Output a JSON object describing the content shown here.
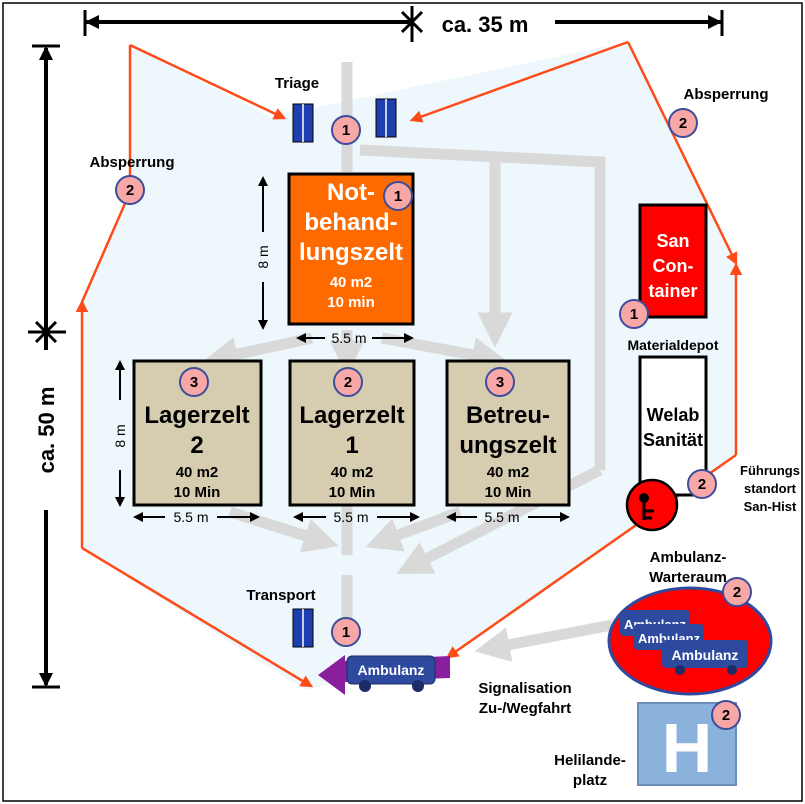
{
  "dimensions": {
    "width_label": "ca. 35 m",
    "height_label": "ca. 50 m",
    "tent_height": "8 m",
    "tent_width": "5.5 m"
  },
  "zones": {
    "triage": "Triage",
    "transport": "Transport",
    "absperrung_left": "Absperrung",
    "absperrung_right": "Absperrung",
    "materialdepot": "Materialdepot",
    "fuehrung": [
      "Führungs",
      "standort",
      "San-Hist"
    ],
    "ambulanz_warteraum": [
      "Ambulanz-",
      "Warteraum"
    ],
    "signalisation": [
      "Signalisation",
      "Zu-/Wegfahrt"
    ],
    "heli": [
      "Helilande-",
      "platz"
    ],
    "heli_symbol": "H"
  },
  "tents": {
    "not": {
      "name": [
        "Not-",
        "behand-",
        "lungszelt"
      ],
      "area": "40 m2",
      "time": "10 min",
      "badge": "1"
    },
    "lager2": {
      "name": [
        "Lagerzelt",
        "2"
      ],
      "area": "40 m2",
      "time": "10 Min",
      "badge": "3"
    },
    "lager1": {
      "name": [
        "Lagerzelt",
        "1"
      ],
      "area": "40 m2",
      "time": "10 Min",
      "badge": "2"
    },
    "betreu": {
      "name": [
        "Betreu-",
        "ungszelt"
      ],
      "area": "40 m2",
      "time": "10 Min",
      "badge": "3"
    }
  },
  "san_container": {
    "name": [
      "San",
      "Con-",
      "tainer"
    ],
    "badge": "1"
  },
  "welab": {
    "name": [
      "Welab",
      "Sanität"
    ]
  },
  "ambulances": {
    "main": "Ambulanz",
    "waiting": [
      "Ambulanz",
      "Ambulanz",
      "Ambulanz"
    ]
  },
  "badges": {
    "triage": "1",
    "transport": "1",
    "absperrung_left": "2",
    "absperrung_right": "2",
    "fuehrung": "2",
    "warteraum": "2",
    "heli": "2"
  },
  "colors": {
    "area": "#eef7fb",
    "barrier": "#ff4a1a",
    "flow_arrow": "#d9d9d9",
    "not_tent": "#ff6a00",
    "storage_tent": "#d6cdb0",
    "san_container": "#ff0000",
    "ambulance": "#2e4a9e",
    "heli": "#8ab2dc",
    "badge_fill": "#f8a7a7",
    "exit_arrow": "#8a1f9e"
  }
}
